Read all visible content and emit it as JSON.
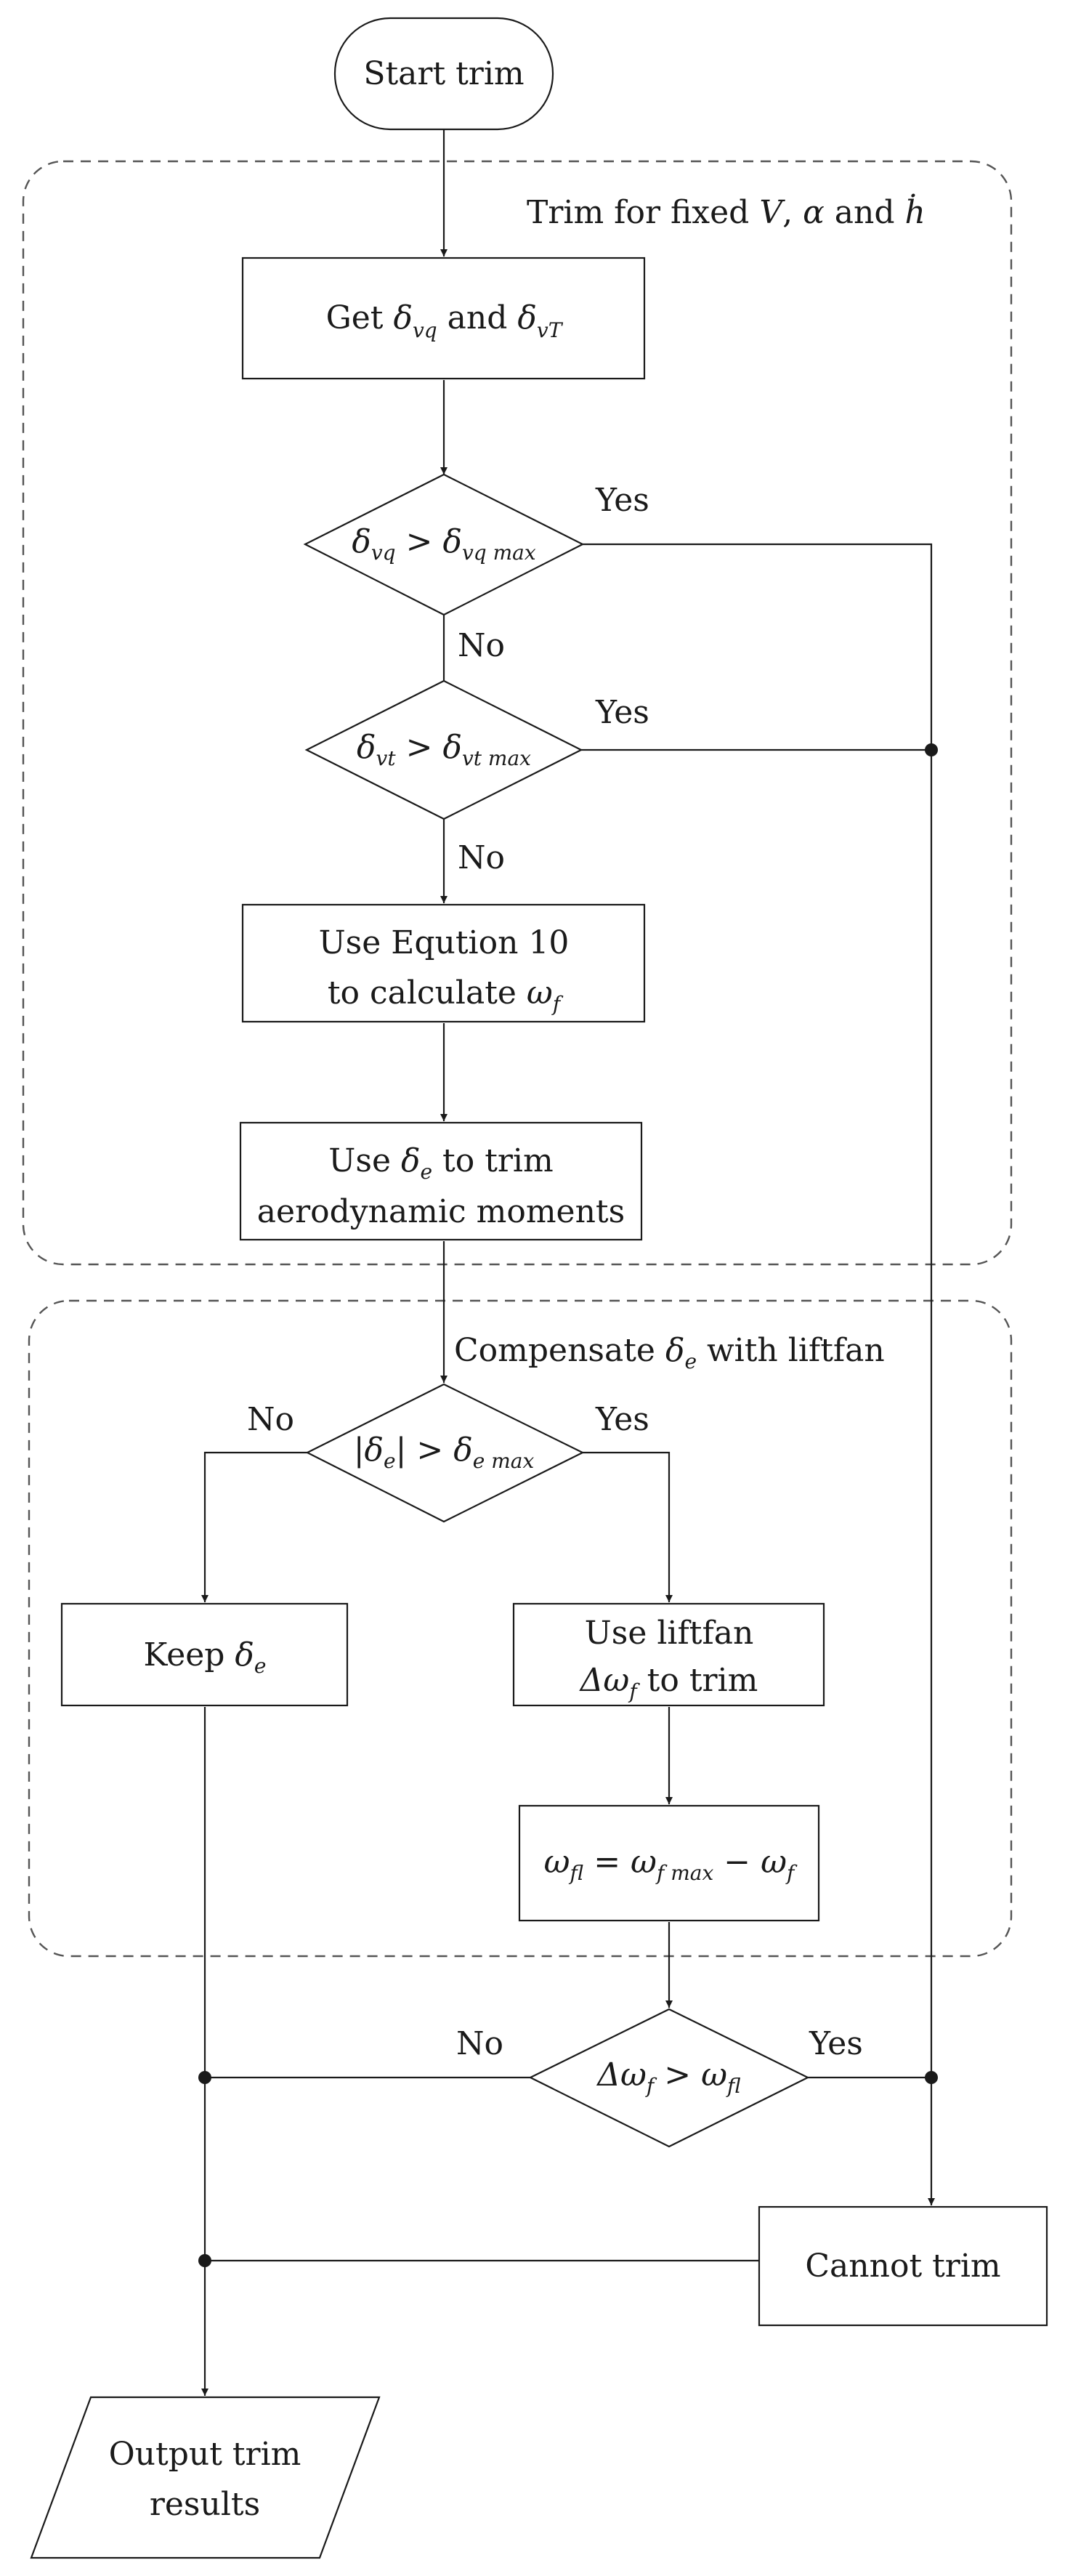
{
  "diagram": {
    "start": "Start trim",
    "group1_title": "Trim for fixed V, α and ḣ",
    "get_deltas": "Get δvq and δvT",
    "check_vq": "δvq > δvq max",
    "check_vt": "δvt > δvt max",
    "use_eq10": "Use Eqution 10 to calculate ωf",
    "use_de_trim": "Use δe to trim aerodynamic moments",
    "group2_title": "Compensate δe with liftfan",
    "check_de": "|δe| > δe max",
    "keep_de": "Keep δe",
    "use_liftfan": "Use liftfan Δωf to trim",
    "omega_fl": "ωfl = ωf max − ωf",
    "check_domega": "Δωf > ωfl",
    "cannot_trim": "Cannot trim",
    "output": "Output trim results",
    "labels": {
      "yes": "Yes",
      "no": "No"
    }
  }
}
